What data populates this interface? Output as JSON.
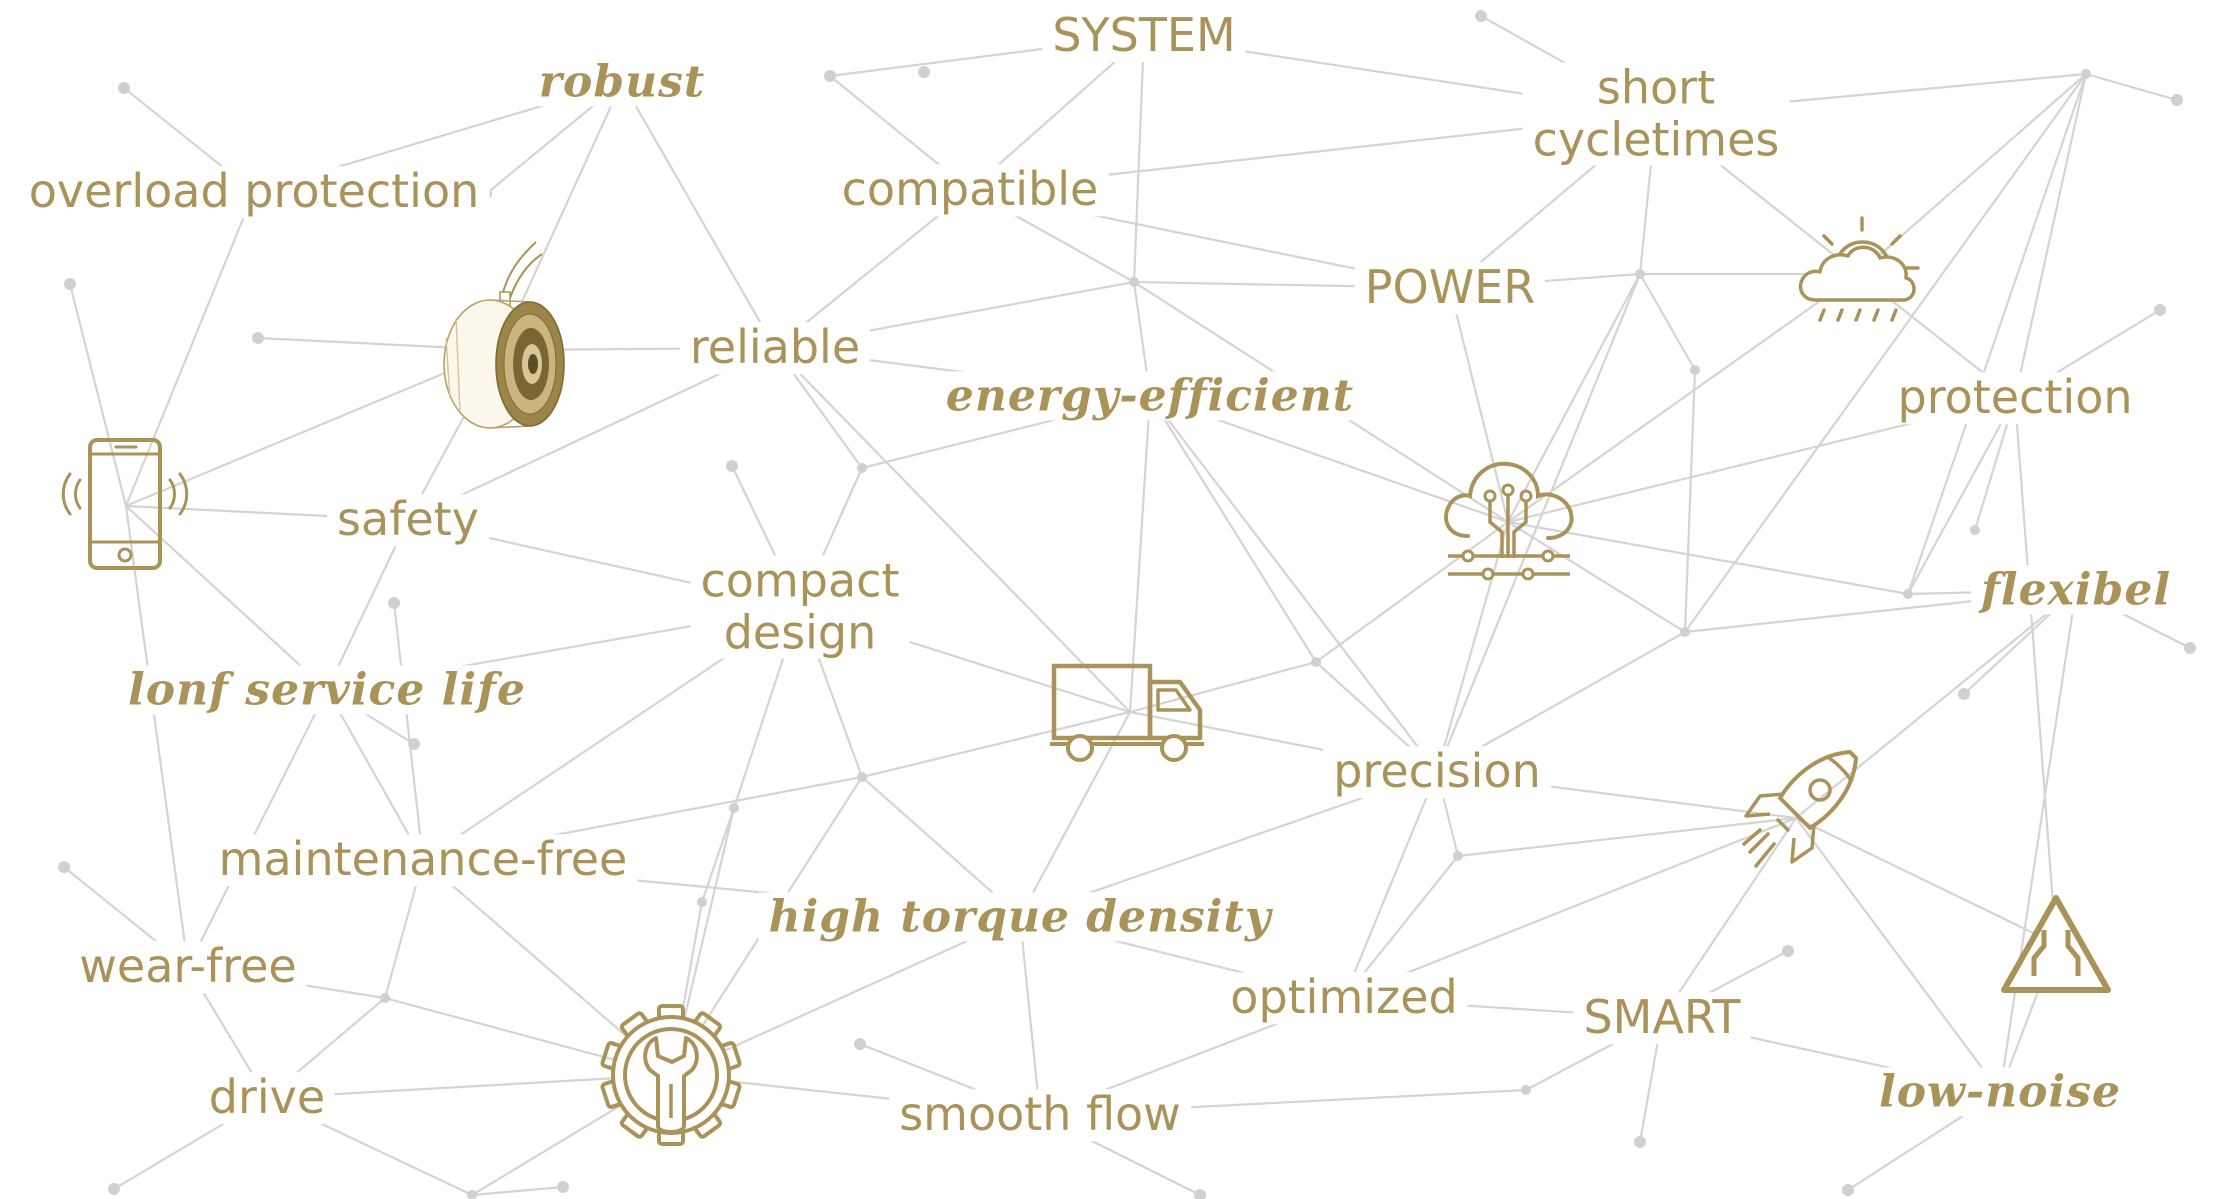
{
  "palette": {
    "gold": "#a99358",
    "line": "#d4d4d4",
    "dot": "#d0d0d0"
  },
  "words": {
    "system": "SYSTEM",
    "robust": "robust",
    "overload_protection": "overload protection",
    "compatible": "compatible",
    "short_cycletimes": "short\ncycletimes",
    "power": "POWER",
    "reliable": "reliable",
    "energy_efficient": "energy-efficient",
    "protection": "protection",
    "safety": "safety",
    "compact_design": "compact\ndesign",
    "flexibel": "flexibel",
    "lonf_service_life": "lonf service life",
    "precision": "precision",
    "maintenance_free": "maintenance-free",
    "high_torque_density": "high torque density",
    "wear_free": "wear-free",
    "optimized": "optimized",
    "smart": "SMART",
    "drive": "drive",
    "smooth_flow": "smooth flow",
    "low_noise": "low-noise"
  },
  "icons": {
    "brake": "electromagnetic-brake-icon",
    "phone": "smartphone-icon",
    "truck": "delivery-truck-icon",
    "cloud": "cloud-circuit-icon",
    "weather": "sun-cloud-rain-icon",
    "rocket": "rocket-icon",
    "warning": "road-narrows-warning-icon",
    "gear": "gear-wrench-icon"
  }
}
